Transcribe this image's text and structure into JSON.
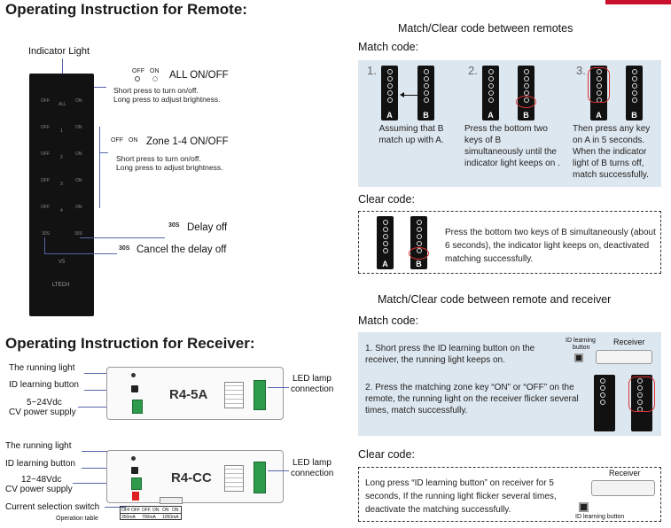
{
  "remote_section": {
    "title": "Operating Instruction for Remote:",
    "indicator_label": "Indicator Light",
    "all": {
      "off_label": "OFF",
      "on_label": "ON",
      "title": "ALL ON/OFF",
      "line1": "Short press to turn on/off.",
      "line2": "Long press to adjust brightness."
    },
    "zone": {
      "off_label": "OFF",
      "on_label": "ON",
      "title": "Zone 1-4 ON/OFF",
      "line1": "Short press to turn on/off.",
      "line2": "Long press to adjust brightness."
    },
    "delay_off": {
      "icon_text": "30S",
      "label": "Delay off"
    },
    "cancel_delay": {
      "icon_text": "30S",
      "label": "Cancel the delay off"
    },
    "remote_keys": {
      "off": "OFF",
      "on": "ON",
      "all": "ALL",
      "zones": [
        "1",
        "2",
        "3",
        "4"
      ],
      "delay": "30S",
      "cancel": "30S",
      "v": "V5",
      "brand": "LTECH"
    }
  },
  "remote_pairing": {
    "heading": "Match/Clear code between remotes",
    "match_label": "Match code:",
    "steps": [
      {
        "num": "1.",
        "text": "Assuming that B match up with A."
      },
      {
        "num": "2.",
        "text": "Press the bottom two keys of B simultaneously until the indicator light keeps on ."
      },
      {
        "num": "3.",
        "text": "Then press any key on A in 5 seconds. When the indicator light of B turns off, match successfully."
      }
    ],
    "key_a": "A",
    "key_b": "B",
    "clear_label": "Clear code:",
    "clear_text": "Press the bottom two keys of B simultaneously (about 6 seconds), the indicator light keeps on, deactivated matching successfully."
  },
  "receiver_section": {
    "title": "Operating Instruction for Receiver:",
    "r45a": {
      "model": "R4-5A",
      "running_light": "The running light",
      "id_button": "ID learning button",
      "voltage": "5~24Vdc",
      "supply": "CV power supply",
      "led_lamp": "LED lamp",
      "connection": "connection"
    },
    "r4cc": {
      "model": "R4-CC",
      "running_light": "The running light",
      "id_button": "ID learning button",
      "voltage": "12~48Vdc",
      "supply": "CV power supply",
      "current_switch": "Current selection switch",
      "operation_table": "Operation table",
      "led_lamp": "LED lamp",
      "connection": "connection",
      "table_top": [
        "OFF",
        "OFF",
        "OFF",
        "ON",
        "ON",
        "ON"
      ],
      "table_bottom": [
        "350mA",
        "700mA",
        "1050mA"
      ]
    }
  },
  "receiver_pairing": {
    "heading": "Match/Clear code between remote and receiver",
    "match_label": "Match code:",
    "step1": "1.  Short press the ID learning button on the receiver, the running light keeps on.",
    "step2": "2.  Press the matching zone key “ON” or “OFF” on the remote, the running light on the receiver flicker several times, match successfully.",
    "id_learning": "ID learning",
    "button": "button",
    "receiver": "Receiver",
    "clear_label": "Clear code:",
    "clear_text": "Long press “ID learning button” on receiver for 5 seconds, If the running light flicker several times, deactivate the matching successfully.",
    "clear_receiver": "Receiver",
    "clear_id_button": "ID learning button"
  },
  "colors": {
    "accent_bar": "#c8102e",
    "panel_blue": "#dde7ef",
    "pointer_line": "#5566aa"
  }
}
